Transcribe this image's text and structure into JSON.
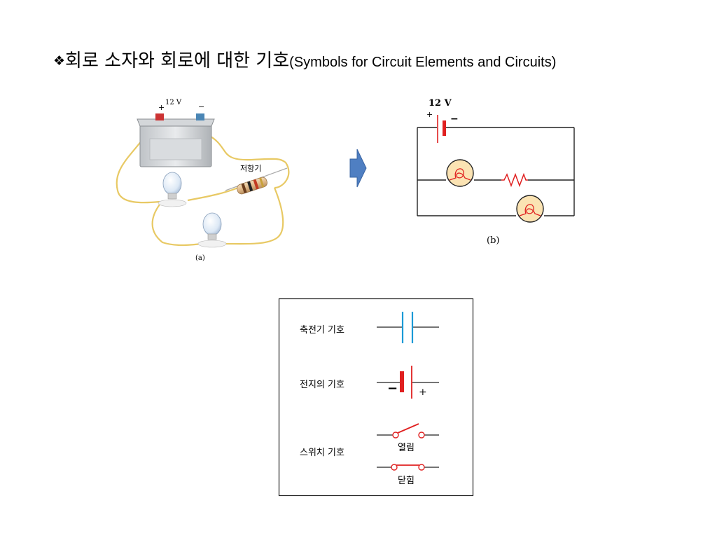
{
  "title": {
    "bullet": "❖",
    "korean": "회로 소자와 회로에 대한 기호",
    "english": "(Symbols for Circuit Elements and Circuits)"
  },
  "figure_a": {
    "voltage": "12 V",
    "plus": "+",
    "minus": "−",
    "resistor_label": "저항기",
    "caption": "(a)"
  },
  "figure_b": {
    "voltage": "12 V",
    "plus": "+",
    "minus": "−",
    "caption": "(b)"
  },
  "arrow": {
    "icon": "right-arrow-icon",
    "color": "#4f7fc2"
  },
  "legend": {
    "capacitor_label": "축전기 기호",
    "battery_label": "전지의 기호",
    "battery_minus": "−",
    "battery_plus": "+",
    "switch_label": "스위치 기호",
    "switch_open": "열림",
    "switch_closed": "닫힘"
  },
  "colors": {
    "capacitor": "#1a9ad6",
    "symbol_red": "#e02020",
    "wire": "#f2d98a",
    "bulb_fill": "#fbe3b3"
  }
}
